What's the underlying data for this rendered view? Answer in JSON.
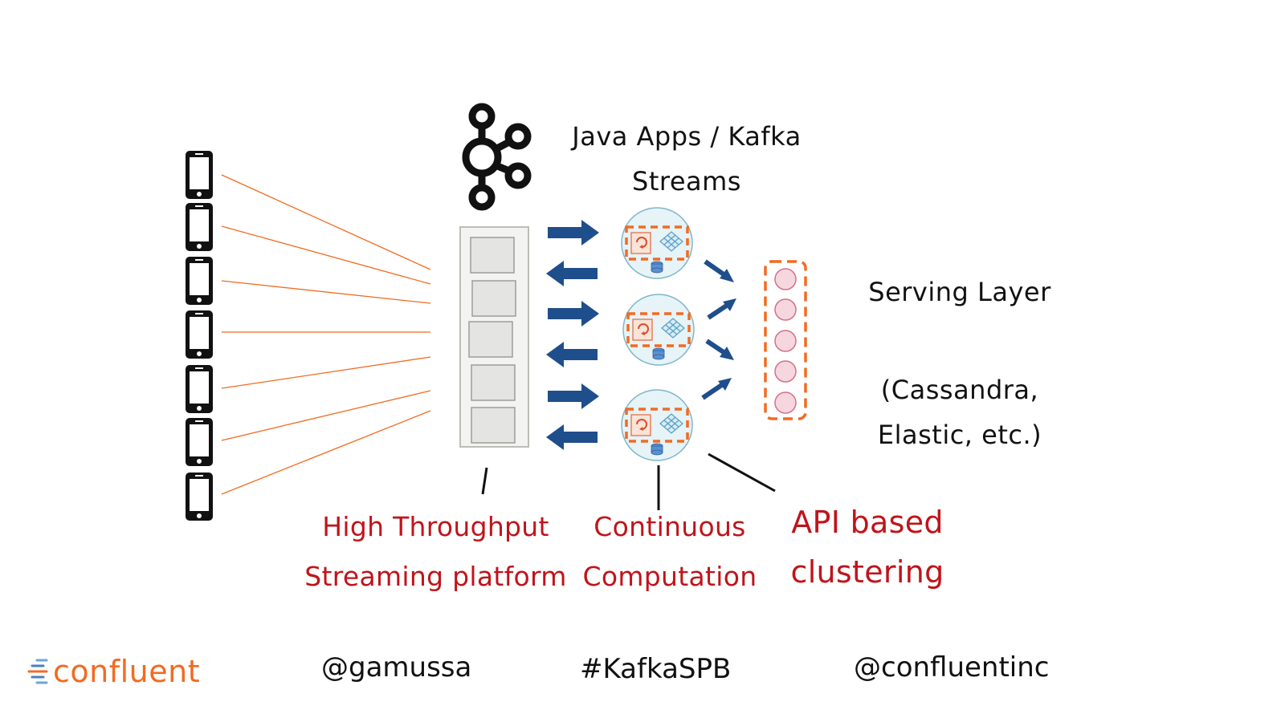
{
  "top_label": {
    "line1": "Java Apps / Kafka",
    "line2": "Streams"
  },
  "serving": {
    "title": "Serving Layer",
    "line1": "(Cassandra,",
    "line2": "Elastic, etc.)"
  },
  "annotations": {
    "platform": {
      "line1": "High Throughput",
      "line2": "Streaming platform"
    },
    "computation": {
      "line1": "Continuous",
      "line2": "Computation"
    },
    "clustering": {
      "line1": "API based",
      "line2": "clustering"
    }
  },
  "footer": {
    "logo_text": "confluent",
    "handle_left": "@gamussa",
    "hashtag": "#KafkaSPB",
    "handle_right": "@confluentinc"
  },
  "colors": {
    "orange": "#f26b21",
    "arrow_blue": "#1f4e8c",
    "annotation_red": "#c0141b",
    "node_fill": "#e6f3f7",
    "serving_dot": "#f7d7df"
  },
  "icons": [
    "phone-icon",
    "kafka-logo-icon",
    "stream-app-node-icon",
    "database-icon"
  ],
  "counts": {
    "phones": 7,
    "log_segments": 5,
    "app_nodes": 3,
    "serving_nodes": 5
  }
}
